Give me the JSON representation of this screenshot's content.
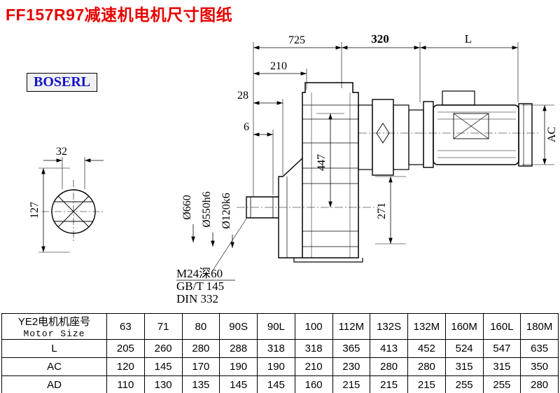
{
  "title": "FF157R97减速机电机尺寸图纸",
  "logo": "BOSERL",
  "drawing": {
    "dim_725": "725",
    "dim_320": "320",
    "dim_L": "L",
    "dim_210": "210",
    "dim_28": "28",
    "dim_6": "6",
    "dim_32": "32",
    "dim_127": "127",
    "dim_447": "447",
    "dim_271": "271",
    "dim_AC": "AC",
    "dia_660": "Ø660",
    "dia_550": "Ø550h6",
    "dia_120": "Ø120k6",
    "note_1": "M24深60",
    "note_2": "GB/T 145",
    "note_3": "DIN 332"
  },
  "table": {
    "header": {
      "line1": "YE2电机机座号",
      "line2": "Motor Size"
    },
    "columns": [
      "63",
      "71",
      "80",
      "90S",
      "90L",
      "100",
      "112M",
      "132S",
      "132M",
      "160M",
      "160L",
      "180M"
    ],
    "rows": [
      {
        "label": "L",
        "values": [
          "205",
          "260",
          "280",
          "288",
          "318",
          "318",
          "365",
          "413",
          "452",
          "524",
          "547",
          "635"
        ]
      },
      {
        "label": "AC",
        "values": [
          "120",
          "145",
          "170",
          "190",
          "190",
          "210",
          "230",
          "280",
          "280",
          "315",
          "315",
          "350"
        ]
      },
      {
        "label": "AD",
        "values": [
          "110",
          "130",
          "135",
          "145",
          "145",
          "160",
          "215",
          "215",
          "215",
          "255",
          "255",
          "280"
        ]
      }
    ]
  }
}
